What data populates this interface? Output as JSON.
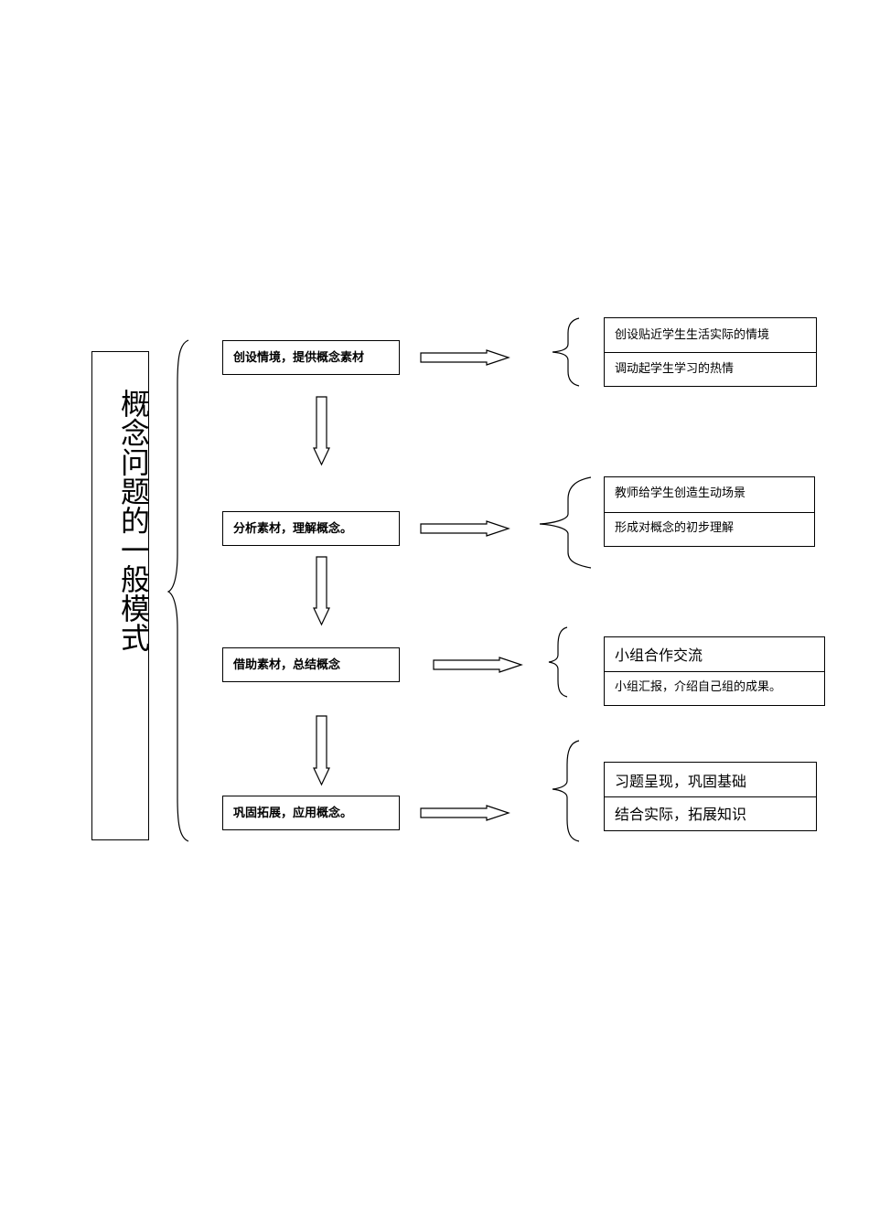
{
  "title": "概念问题的一般模式",
  "steps": [
    {
      "label": "创设情境，提供概念素材",
      "details": [
        "创设贴近学生生活实际的情境",
        "调动起学生学习的热情"
      ]
    },
    {
      "label": "分析素材，理解概念。",
      "details": [
        "教师给学生创造生动场景",
        "形成对概念的初步理解"
      ]
    },
    {
      "label": "借助素材，总结概念",
      "details": [
        "小组合作交流",
        "小组汇报，介绍自己组的成果。"
      ]
    },
    {
      "label": "巩固拓展，应用概念。",
      "details": [
        "习题呈现，巩固基础",
        "结合实际，拓展知识"
      ]
    }
  ],
  "colors": {
    "stroke": "#000000",
    "background": "#ffffff"
  }
}
